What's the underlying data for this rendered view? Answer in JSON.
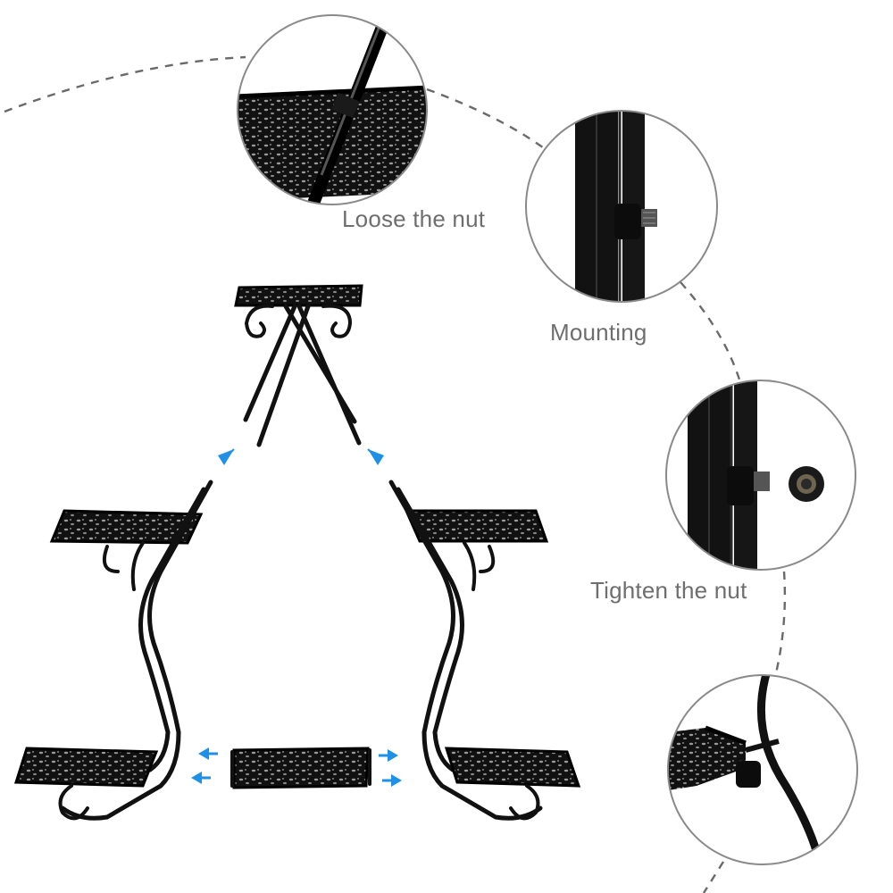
{
  "diagram": {
    "steps": [
      {
        "caption": "Loose the nut"
      },
      {
        "caption": "Mounting"
      },
      {
        "caption": "Tighten the nut"
      },
      {
        "caption": ""
      }
    ],
    "colors": {
      "metal": "#111111",
      "arrow": "#1e90e6",
      "dash": "#6a6a6a",
      "circle_border": "#8a8a8a",
      "caption": "#6e6e6e",
      "background": "#ffffff"
    },
    "icons": [
      "arrow-down-right-icon",
      "arrow-down-left-icon",
      "arrow-left-icon",
      "arrow-right-icon"
    ]
  }
}
